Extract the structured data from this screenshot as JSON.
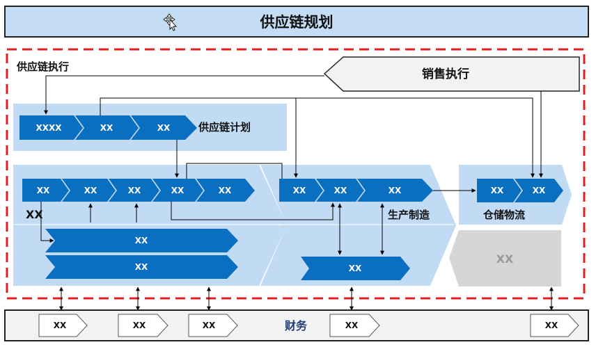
{
  "header": {
    "title": "供应链规划"
  },
  "execution": {
    "label": "供应链执行",
    "sales": "销售执行",
    "planning": {
      "label": "供应链计划",
      "steps": [
        "XXXX",
        "XX",
        "XX"
      ]
    },
    "xx_section": {
      "label": "XX",
      "steps": [
        "XX",
        "XX",
        "XX",
        "XX",
        "XX"
      ],
      "bars": [
        "XX",
        "XX"
      ]
    },
    "production": {
      "label": "生产制造",
      "steps": [
        "XX",
        "XX",
        "XX"
      ],
      "bar": "XX"
    },
    "warehouse": {
      "label": "仓储物流",
      "steps": [
        "XX",
        "XX"
      ],
      "block": "XX"
    }
  },
  "finance": {
    "label": "财务",
    "items": [
      "XX",
      "XX",
      "XX",
      "XX",
      "XX"
    ]
  },
  "colors": {
    "header_fill": "#c5dcf5",
    "panel_fill": "#c2dbf5",
    "step_fill": "#0b6fc1",
    "dash": "#e02020",
    "gray_block": "#d6d6d6"
  }
}
